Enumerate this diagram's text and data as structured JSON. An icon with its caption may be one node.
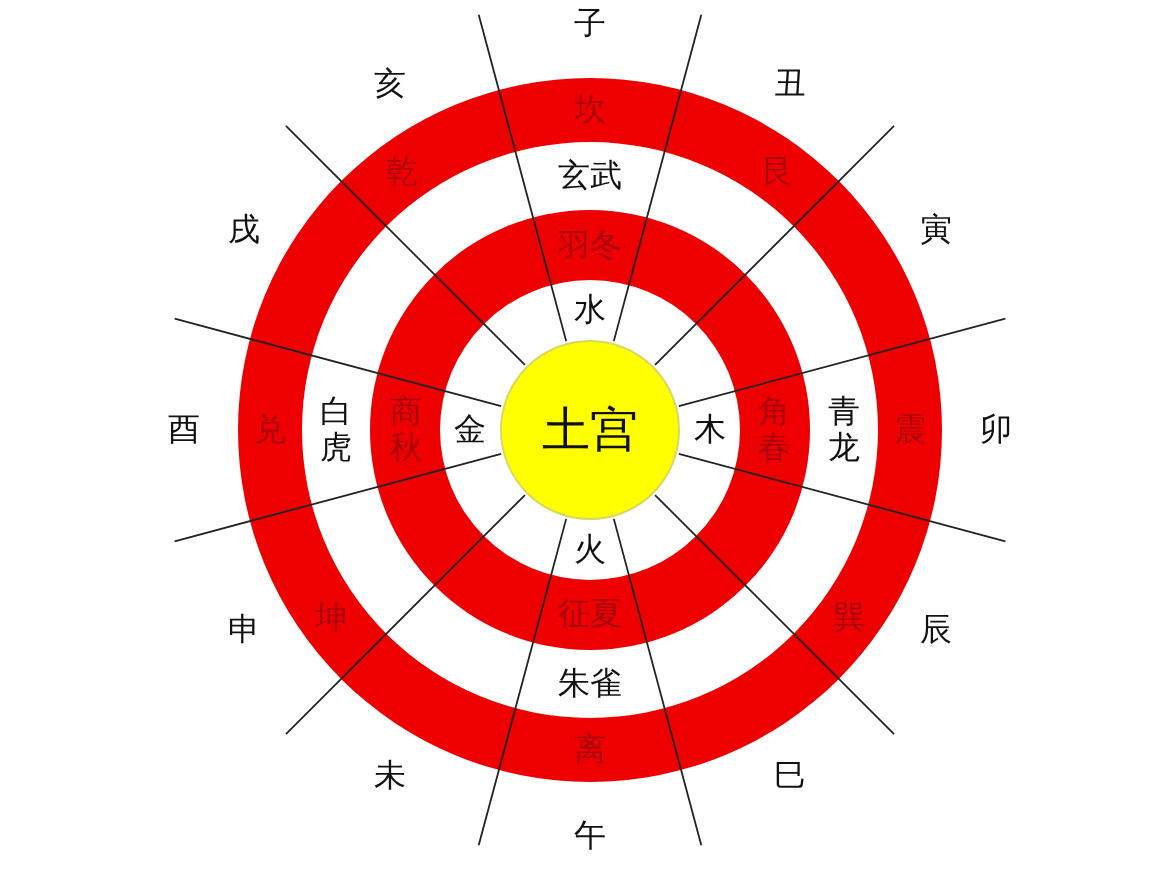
{
  "diagram": {
    "nodes": [
      {
        "text": [
          "坎",
          "艮",
          "震",
          "巽",
          "离",
          "坤",
          "兑",
          "乾"
        ]
      },
      {
        "text": [
          "羽冬",
          "角春",
          "征夏",
          "商秋"
        ],
        "in": 0
      },
      {
        "text": [
          "土宫"
        ],
        "in": 1
      }
    ],
    "labels": [
      "子",
      "丑",
      "寅",
      "卯",
      "辰",
      "巳",
      "午",
      "未",
      "申",
      "酉",
      "戌",
      "亥",
      "玄武",
      "青龙",
      "朱雀",
      "白虎",
      "水",
      "木",
      "火",
      "金"
    ]
  }
}
